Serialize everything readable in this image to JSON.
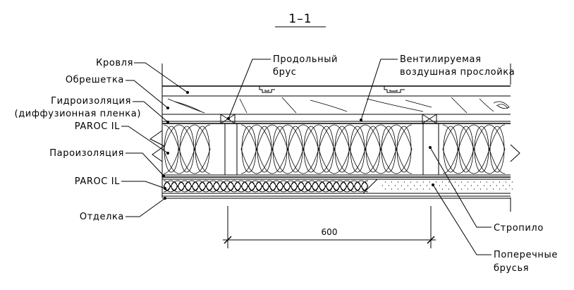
{
  "section_title": "1–1",
  "labels": {
    "roofing": "Кровля",
    "battens": "Обрешетка",
    "waterproofing_1": "Гидроизоляция",
    "waterproofing_2": "(диффузионная пленка)",
    "paroc_top": "PAROC IL",
    "vapor_barrier": "Пароизоляция",
    "paroc_bottom": "PAROC IL",
    "finish": "Отделка",
    "longitudinal_1": "Продольный",
    "longitudinal_2": "брус",
    "vent_1": "Вентилируемая",
    "vent_2": "воздушная прослойка",
    "rafter": "Стропило",
    "cross_1": "Поперечные",
    "cross_2": "брусья"
  },
  "dimension": {
    "value": "600"
  }
}
